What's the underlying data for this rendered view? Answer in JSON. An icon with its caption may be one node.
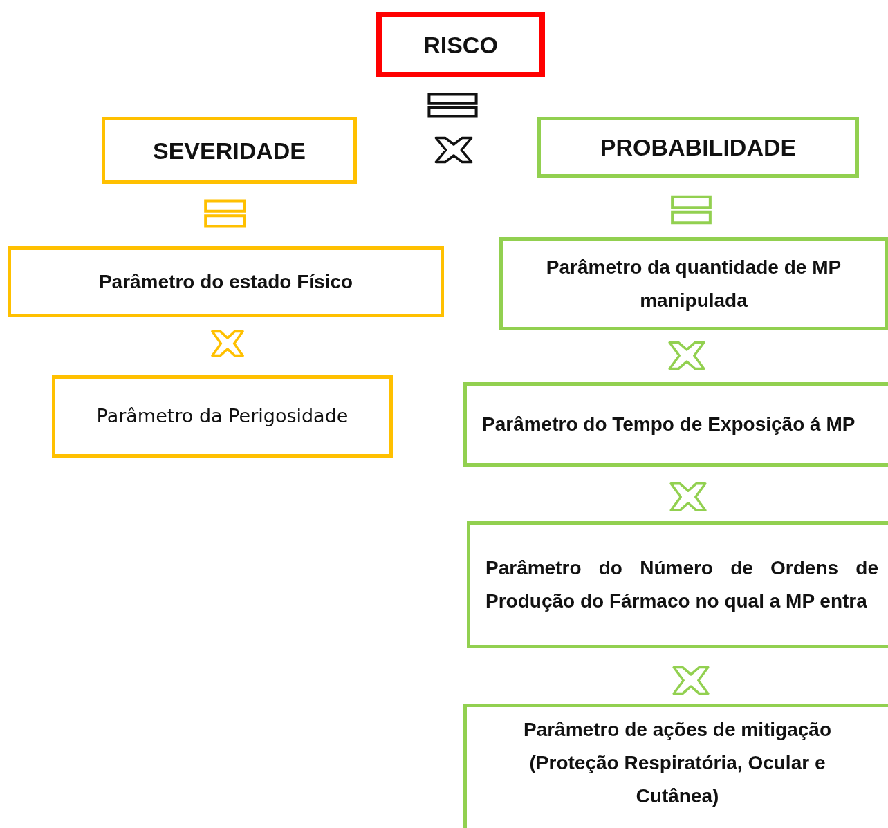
{
  "diagram": {
    "nodes": [
      {
        "text": [
          "RISCO"
        ]
      },
      {
        "text": [
          "SEVERIDADE"
        ]
      },
      {
        "text": [
          "PROBABILIDADE"
        ]
      },
      {
        "text": [
          "Parâmetro do estado Físico"
        ]
      },
      {
        "text": [
          "Parâmetro da Perigosidade"
        ]
      },
      {
        "text": [
          "Parâmetro da quantidade de MP manipulada"
        ]
      },
      {
        "text": [
          "Parâmetro do Tempo de Exposição á MP"
        ]
      },
      {
        "text": [
          "Parâmetro do Número de Ordens de Produção do Fármaco no qual a MP entra"
        ]
      },
      {
        "text": [
          "Parâmetro de ações de mitigação (Proteção Respiratória, Ocular e Cutânea)"
        ]
      }
    ]
  }
}
